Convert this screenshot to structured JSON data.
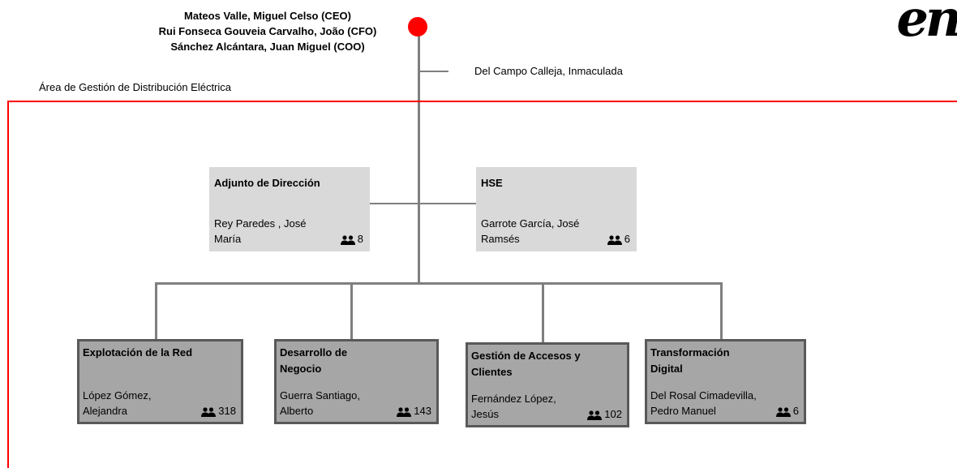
{
  "executives": [
    "Mateos Valle, Miguel Celso (CEO)",
    "Rui Fonseca Gouveia Carvalho, João (CFO)",
    "Sánchez Alcántara, Juan Miguel (COO)"
  ],
  "assistant": "Del Campo Calleja, Inmaculada",
  "area_label": "Área de Gestión de Distribución Eléctrica",
  "logo_text": "en",
  "colors": {
    "accent": "#ff0000",
    "line": "#7f7f7f",
    "staff_box": "#d9d9d9",
    "unit_box": "#a6a6a6",
    "unit_border": "#595959"
  },
  "staff": [
    {
      "title": "Adjunto de Dirección",
      "name": "Rey Paredes , José María",
      "count": "8"
    },
    {
      "title": "HSE",
      "name": "Garrote García, José Ramsés",
      "count": "6"
    }
  ],
  "units": [
    {
      "title": "Explotación de la Red",
      "name": "López Gómez, Alejandra",
      "count": "318"
    },
    {
      "title": "Desarrollo de Negocio",
      "name": "Guerra Santiago, Alberto",
      "count": "143"
    },
    {
      "title": "Gestión de Accesos y Clientes",
      "name": "Fernández López, Jesús",
      "count": "102"
    },
    {
      "title": "Transformación Digital",
      "name": "Del Rosal Cimadevilla, Pedro Manuel",
      "count": "6"
    }
  ]
}
